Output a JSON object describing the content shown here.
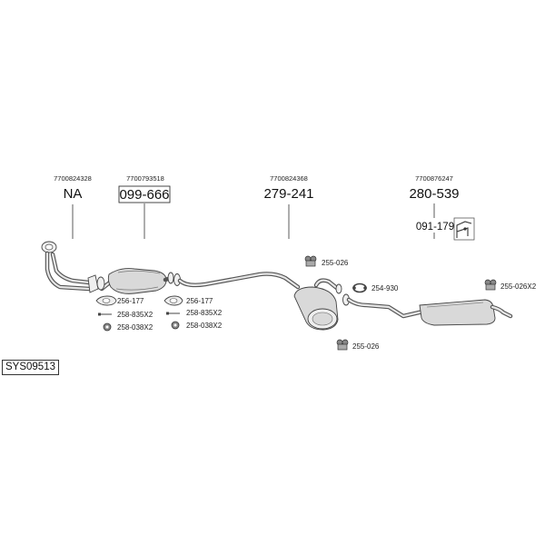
{
  "diagram": {
    "system_code": "SYS09513",
    "groups": [
      {
        "oe": "7700824328",
        "part": "NA"
      },
      {
        "oe": "7700793518",
        "part": "099-666"
      },
      {
        "oe": "7700824368",
        "part": "279-241"
      },
      {
        "oe": "7700876247",
        "part": "280-539"
      }
    ],
    "sub_part": "091-179",
    "kit_front": [
      "256-177",
      "258-835X2",
      "258-038X2"
    ],
    "kit_mid": [
      "256-177",
      "258-835X2",
      "258-038X2"
    ],
    "fitting_labels": {
      "hanger_top": "255-026",
      "clamp": "254-930",
      "hanger_bottom": "255-026",
      "hanger_rear": "255-026X2"
    }
  }
}
